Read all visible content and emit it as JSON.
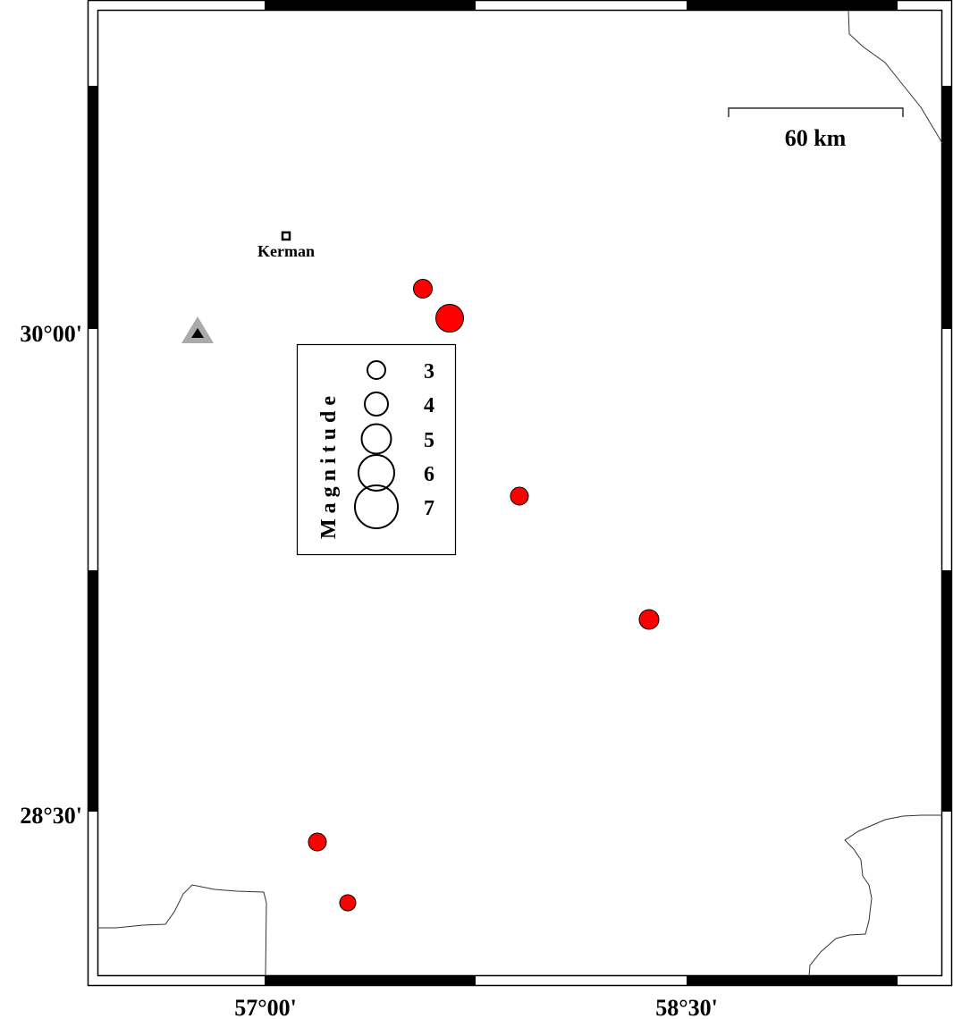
{
  "map": {
    "lat_labels": [
      "30°00'",
      "28°30'"
    ],
    "lon_labels": [
      "57°00'",
      "58°30'"
    ],
    "scale_bar": {
      "label": "60 km"
    },
    "city": {
      "name": "Kerman"
    },
    "legend": {
      "title": "Magnitude",
      "entries": [
        {
          "label": "3",
          "mag": 3
        },
        {
          "label": "4",
          "mag": 4
        },
        {
          "label": "5",
          "mag": 5
        },
        {
          "label": "6",
          "mag": 6
        },
        {
          "label": "7",
          "mag": 7
        }
      ]
    },
    "event_color": "#ff0000",
    "station_color": "#aaaaaa"
  }
}
